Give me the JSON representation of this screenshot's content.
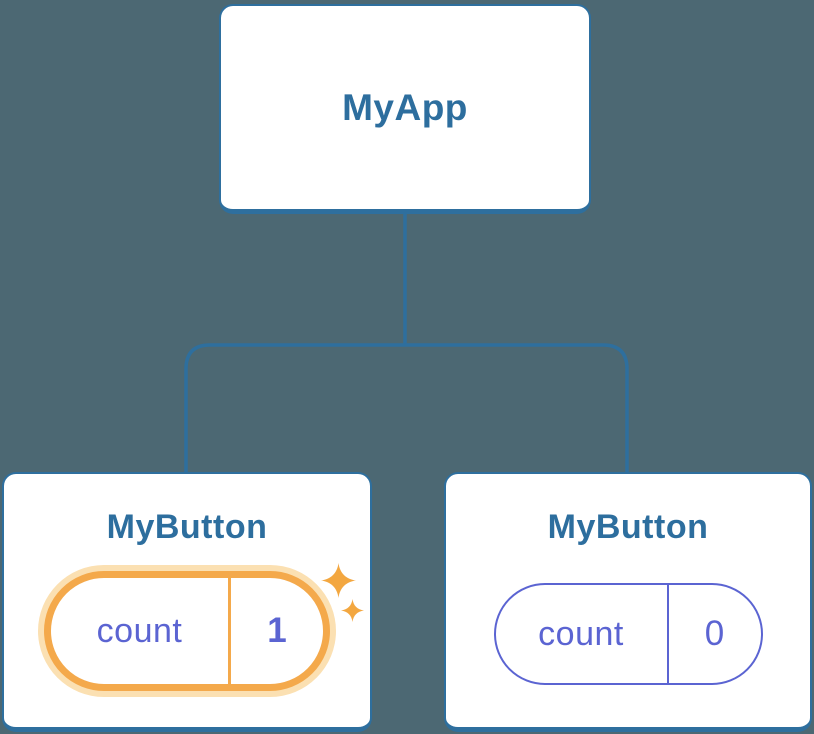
{
  "colors": {
    "background": "#4C6873",
    "stroke-blue": "#2E6F9E",
    "title-blue": "#2D6E9E",
    "indigo": "#5B64D2",
    "orange": "#F4A94B",
    "orange-glow": "#FBE0B2",
    "sparkle-orange": "#F3A740",
    "card-bg": "#FFFFFF"
  },
  "tree": {
    "root": {
      "label": "MyApp"
    },
    "children": [
      {
        "label": "MyButton",
        "highlighted": true,
        "state": {
          "key": "count",
          "value": "1"
        }
      },
      {
        "label": "MyButton",
        "highlighted": false,
        "state": {
          "key": "count",
          "value": "0"
        }
      }
    ]
  },
  "icons": {
    "sparkle_large": "sparkle-icon",
    "sparkle_small": "sparkle-icon"
  }
}
